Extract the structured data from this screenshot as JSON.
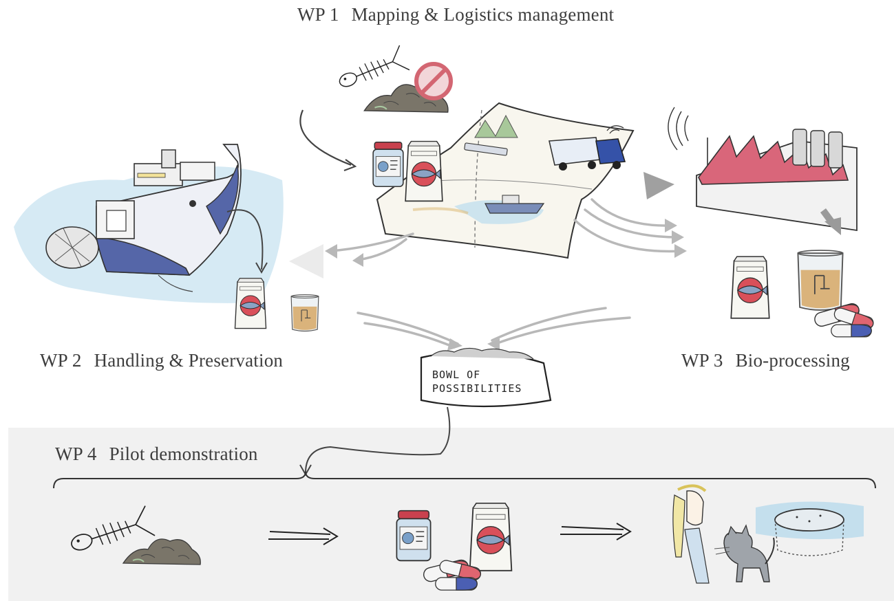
{
  "work_packages": {
    "wp1": {
      "number": "WP 1",
      "title": "Mapping & Logistics management"
    },
    "wp2": {
      "number": "WP 2",
      "title": "Handling & Preservation"
    },
    "wp3": {
      "number": "WP 3",
      "title": "Bio-processing"
    },
    "wp4": {
      "number": "WP 4",
      "title": "Pilot demonstration"
    }
  },
  "bowl": {
    "line1": "BOWL OF",
    "line2": "POSSIBILITIES"
  },
  "colors": {
    "roof_red": "#d9667a",
    "boat_blue": "#5566a8",
    "water": "#bcdcec",
    "arrow_gray": "#b8b8b8",
    "pilot_band": "#f1f1f1"
  },
  "icons": [
    "fish-skeleton-icon",
    "fish-waste-pile-icon",
    "prohibited-sign-icon",
    "map-icon",
    "truck-icon",
    "fishing-boat-icon",
    "factory-icon",
    "jar-icon",
    "feed-bag-icon",
    "beaker-icon",
    "capsule-icon",
    "bowl-icon",
    "person-icon",
    "cat-icon",
    "aquaculture-pen-icon"
  ]
}
